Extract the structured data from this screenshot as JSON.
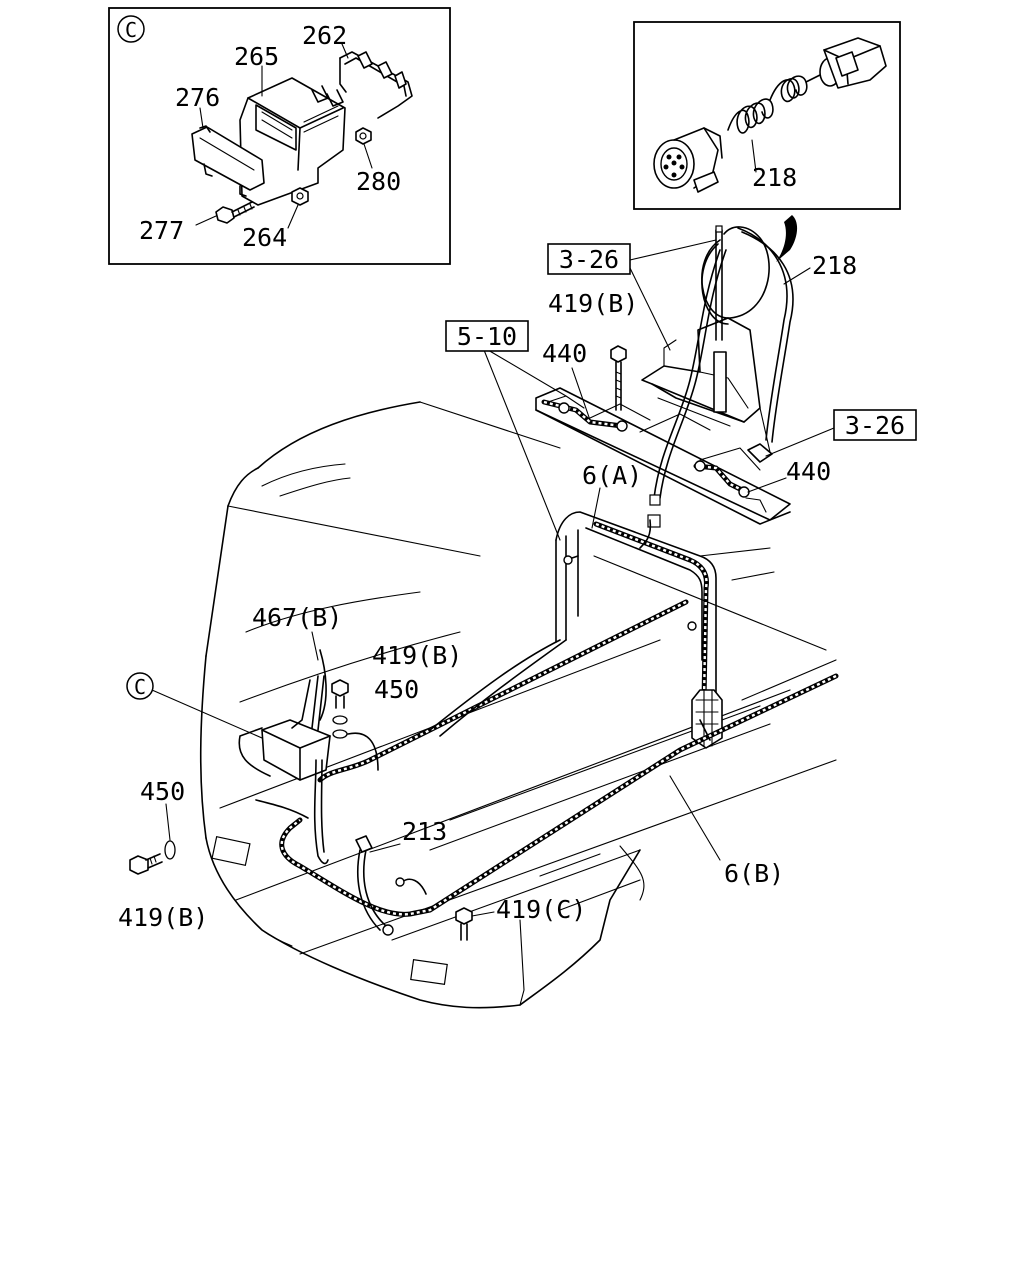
{
  "labels": {
    "c_circle": "C",
    "p262": "262",
    "p265": "265",
    "p276": "276",
    "p280": "280",
    "p277": "277",
    "p264": "264",
    "p218_top": "218",
    "ref_3_26_top": "3-26",
    "p218_main": "218",
    "p419b_top": "419(B)",
    "ref_5_10": "5-10",
    "p440_left": "440",
    "ref_3_26_right": "3-26",
    "p440_right": "440",
    "p6a": "6(A)",
    "p467b": "467(B)",
    "p419b_mid": "419(B)",
    "c_callout": "C",
    "p450_mid": "450",
    "p450_left": "450",
    "p419b_left": "419(B)",
    "p213": "213",
    "p6b": "6(B)",
    "p419c": "419(C)"
  }
}
